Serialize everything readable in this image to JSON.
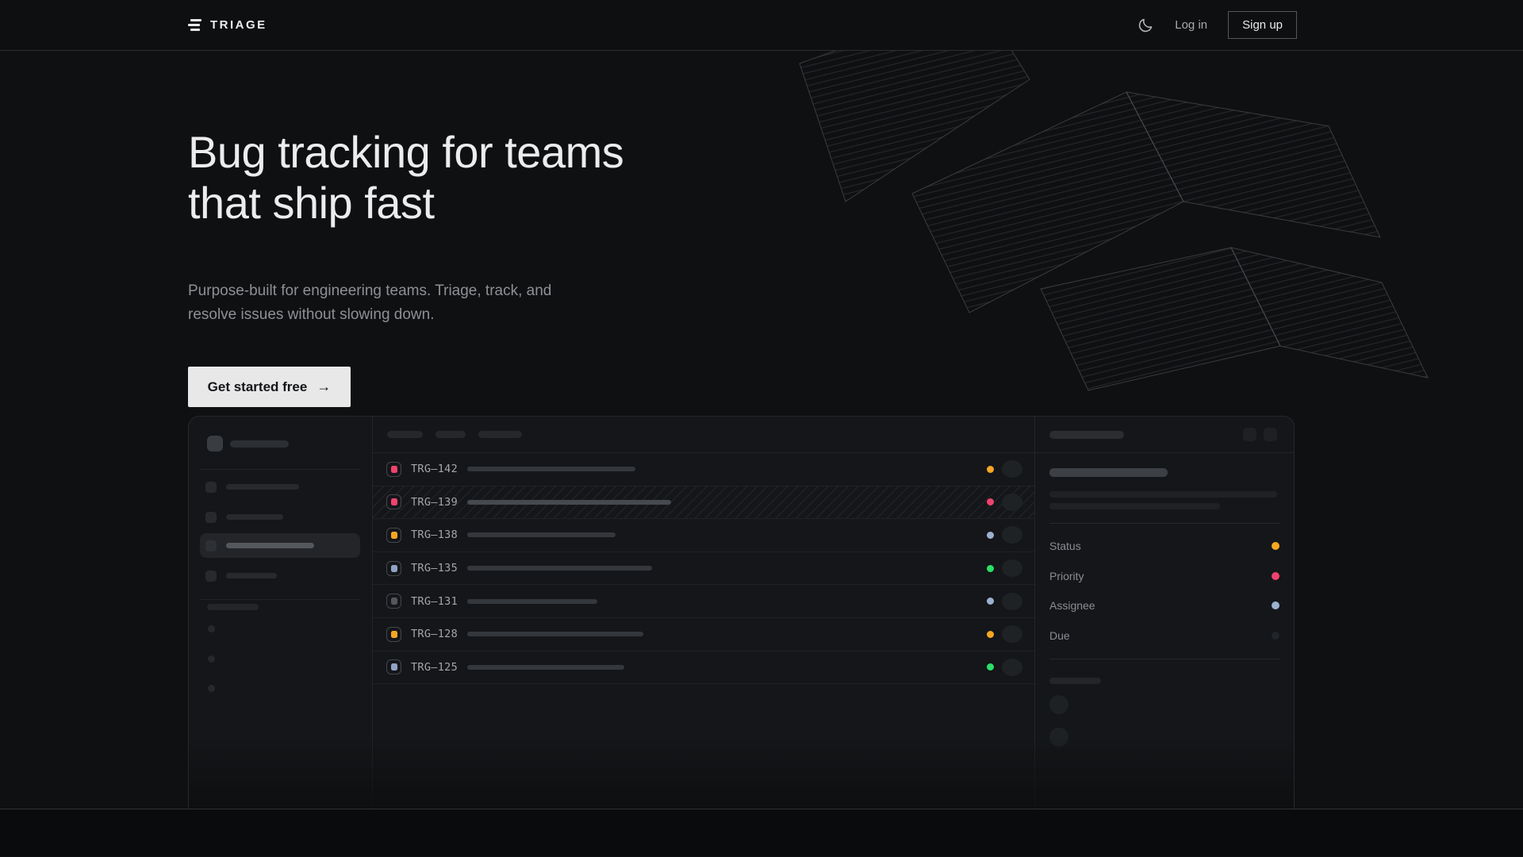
{
  "nav": {
    "brand": "TRIAGE",
    "login_label": "Log in",
    "signup_label": "Sign up"
  },
  "hero": {
    "title_line1": "Bug tracking for teams",
    "title_line2": "that ship fast",
    "subtitle_line1": "Purpose-built for engineering teams. Triage, track, and",
    "subtitle_line2": "resolve issues without slowing down.",
    "cta_label": "Get started free",
    "cta_arrow": "→"
  },
  "colors": {
    "amber": "#f5a623",
    "pink": "#f0426e",
    "blue": "#9db0d0",
    "green": "#2ce065",
    "gray": "#53565c",
    "cta_bg": "#e8e8e9"
  },
  "mockup": {
    "issues": [
      {
        "id": "TRG–142",
        "selected": false,
        "row_class": "issue-row",
        "icon_style": "background:#f0426e",
        "bar_style": "width:212px;background:#34373b",
        "status_style": "background:#f5a623"
      },
      {
        "id": "TRG–139",
        "selected": true,
        "row_class": "issue-row selected",
        "icon_style": "background:#f0426e",
        "bar_style": "width:257px;background:#46494e",
        "status_style": "background:#f0426e"
      },
      {
        "id": "TRG–138",
        "selected": false,
        "row_class": "issue-row",
        "icon_style": "background:#f5a623",
        "bar_style": "width:187px;background:#34373b",
        "status_style": "background:#9db0d0"
      },
      {
        "id": "TRG–135",
        "selected": false,
        "row_class": "issue-row",
        "icon_style": "background:#8fa3c4",
        "bar_style": "width:233px;background:#34373b",
        "status_style": "background:#2ce065"
      },
      {
        "id": "TRG–131",
        "selected": false,
        "row_class": "issue-row",
        "icon_style": "background:#53565c",
        "bar_style": "width:164px;background:#34373b",
        "status_style": "background:#9db0d0"
      },
      {
        "id": "TRG–128",
        "selected": false,
        "row_class": "issue-row",
        "icon_style": "background:#f5a623",
        "bar_style": "width:222px;background:#34373b",
        "status_style": "background:#f5a623"
      },
      {
        "id": "TRG–125",
        "selected": false,
        "row_class": "issue-row",
        "icon_style": "background:#8fa3c4",
        "bar_style": "width:198px;background:#34373b",
        "status_style": "background:#2ce065"
      }
    ],
    "detail_fields": [
      {
        "label": "Status",
        "dot_style": "background:#f5a623"
      },
      {
        "label": "Priority",
        "dot_style": "background:#f0426e"
      },
      {
        "label": "Assignee",
        "dot_style": "background:#9db0d0"
      },
      {
        "label": "Due",
        "dot_style": "background:#212428"
      }
    ]
  }
}
